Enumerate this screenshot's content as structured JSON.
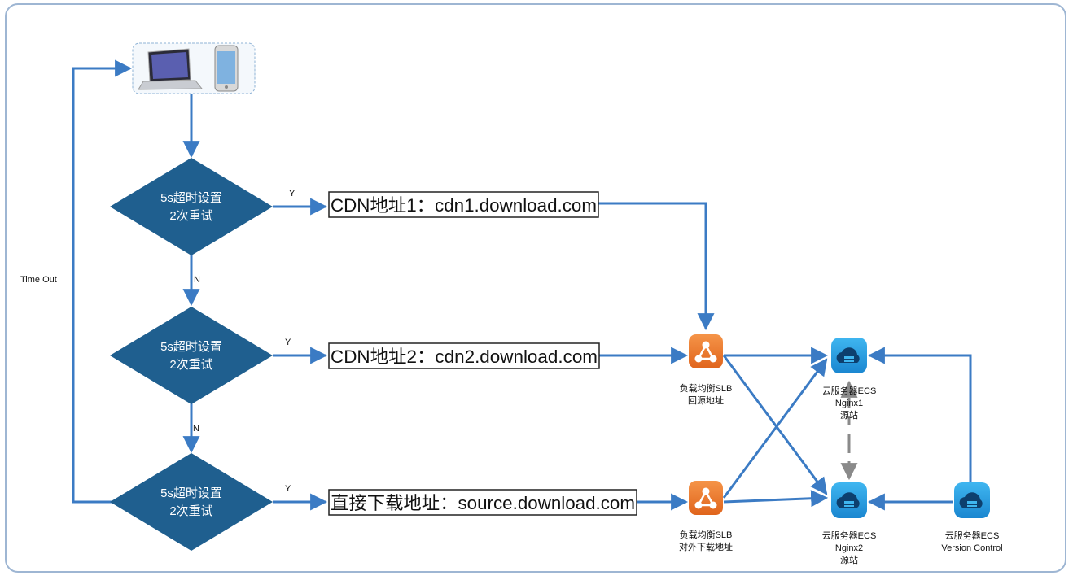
{
  "decisions": [
    {
      "line1": "5s超时设置",
      "line2": "2次重试"
    },
    {
      "line1": "5s超时设置",
      "line2": "2次重试"
    },
    {
      "line1": "5s超时设置",
      "line2": "2次重试"
    }
  ],
  "targets": [
    "CDN地址1：cdn1.download.com",
    "CDN地址2：cdn2.download.com",
    "直接下载地址：source.download.com"
  ],
  "edge_labels": {
    "yes": "Y",
    "no": "N",
    "timeout": "Time Out"
  },
  "slb": [
    {
      "line1": "负载均衡SLB",
      "line2": "回源地址"
    },
    {
      "line1": "负载均衡SLB",
      "line2": "对外下载地址"
    }
  ],
  "ecs": [
    {
      "line1": "云服务器ECS",
      "line2": "Nginx1",
      "line3": "源站"
    },
    {
      "line1": "云服务器ECS",
      "line2": "Nginx2",
      "line3": "源站"
    },
    {
      "line1": "云服务器ECS",
      "line2": "Version Control"
    }
  ],
  "colors": {
    "arrow": "#3b7bc4",
    "diamond": "#1f5f8f",
    "slb_icon": "#ef7a2c",
    "ecs_icon": "#1e9be0",
    "dashed": "#8a8a8a"
  },
  "icons": [
    "laptop-icon",
    "phone-icon",
    "load-balancer-icon",
    "cloud-server-icon"
  ]
}
